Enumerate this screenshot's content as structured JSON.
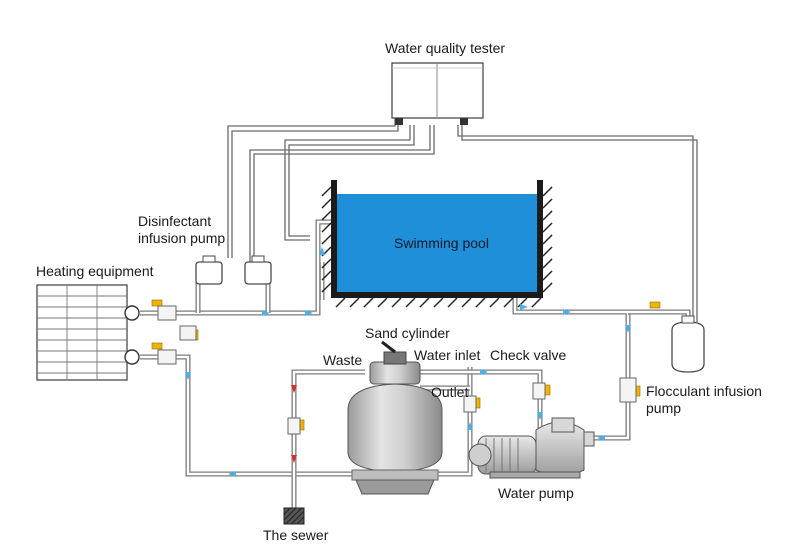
{
  "labels": {
    "water_quality_tester": "Water quality tester",
    "disinfectant_line1": "Disinfectant",
    "disinfectant_line2": "infusion pump",
    "heating_equipment": "Heating equipment",
    "swimming_pool": "Swimming pool",
    "sand_cylinder": "Sand cylinder",
    "waste": "Waste",
    "water_inlet": "Water inlet",
    "check_valve": "Check valve",
    "outlet": "Outlet",
    "flocculant_line1": "Flocculant infusion",
    "flocculant_line2": "pump",
    "water_pump": "Water pump",
    "the_sewer": "The sewer"
  },
  "colors": {
    "pool_water": "#1e8fd8",
    "pipe": "#7a7a7a",
    "flow_arrow": "#4ab0e6",
    "waste_arrow": "#d9302c",
    "valve": "#f0b400"
  }
}
